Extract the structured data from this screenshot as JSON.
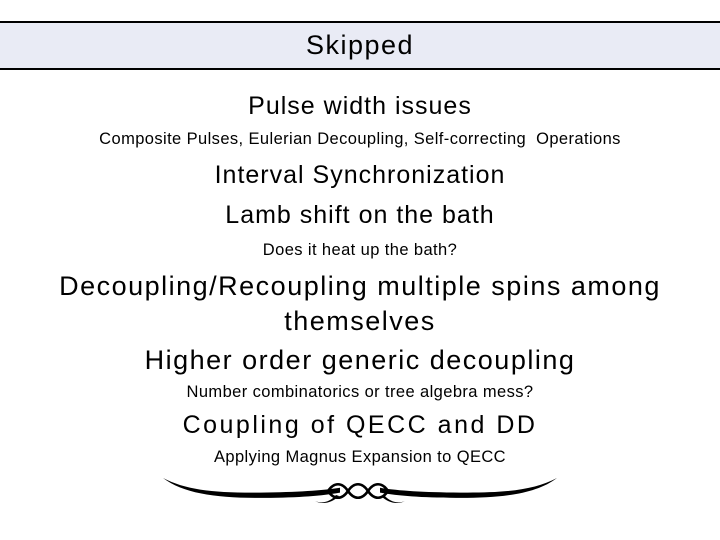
{
  "slide": {
    "title_bar": {
      "label": "Skipped",
      "background_color": "#e9ebf5",
      "border_color": "#000000"
    },
    "content": {
      "items": [
        {
          "text": "Pulse width issues"
        },
        {
          "text": "Composite Pulses, Eulerian Decoupling, Self-correcting  Operations"
        },
        {
          "text": "Interval Synchronization"
        },
        {
          "text": "Lamb shift on the bath"
        },
        {
          "text": "Does it heat up the bath?"
        },
        {
          "text": "Decoupling/Recoupling multiple spins among"
        },
        {
          "text": "themselves"
        },
        {
          "text": "Higher order generic decoupling"
        },
        {
          "text": "Number combinatorics or tree algebra mess?"
        },
        {
          "text": "Coupling of QECC and DD"
        },
        {
          "text": "Applying Magnus Expansion to QECC"
        }
      ]
    },
    "ornament": {
      "name": "flourish-divider",
      "color": "#000000"
    }
  }
}
